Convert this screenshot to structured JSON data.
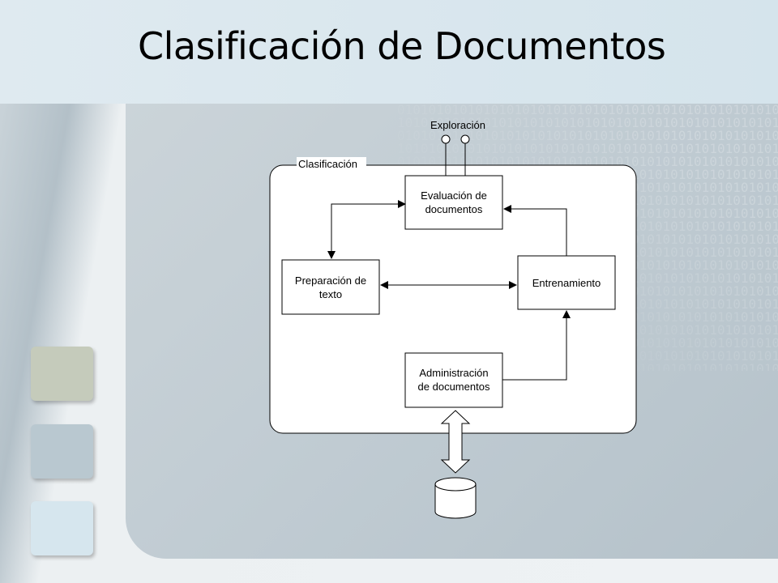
{
  "slide": {
    "title": "Clasificación de Documentos"
  },
  "diagram": {
    "exploration_label": "Exploración",
    "group_label": "Clasificación",
    "nodes": {
      "evaluation": [
        "Evaluación de",
        "documentos"
      ],
      "preparation": [
        "Preparación de",
        "texto"
      ],
      "training": [
        "Entrenamiento"
      ],
      "administration": [
        "Administración",
        "de documentos"
      ]
    }
  },
  "colors": {
    "title_band": "#d9e7ee",
    "content_panel": "#c1ccd3",
    "square_1": "#c5cbbb",
    "square_2": "#b9c8d0",
    "square_3": "#d6e6ee"
  }
}
